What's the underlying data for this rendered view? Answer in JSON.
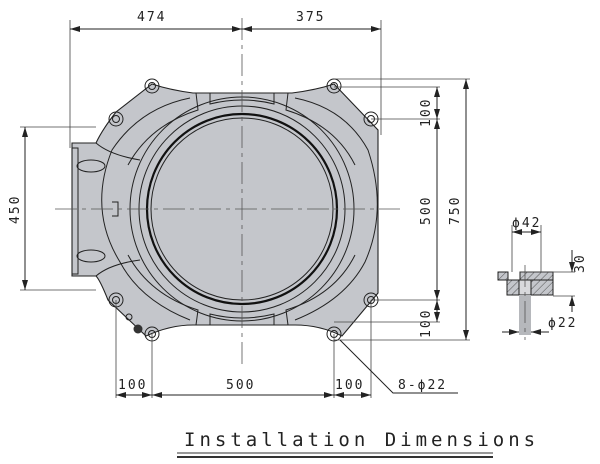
{
  "title": "Installation Dimensions",
  "dimensions": {
    "top_left_width": "474",
    "top_right_width": "375",
    "left_height": "450",
    "right_upper_spacing": "100",
    "right_hole_span": "500",
    "right_lower_spacing": "100",
    "overall_height": "750",
    "bottom_left_spacing": "100",
    "bottom_hole_span": "500",
    "bottom_right_spacing": "100",
    "hole_callout": "8-ϕ22"
  },
  "section_detail": {
    "counterbore_diameter": "ϕ42",
    "counterbore_depth": "30",
    "bolt_diameter": "ϕ22"
  },
  "colors": {
    "body_fill": "#c4c6cb",
    "line": "#222222"
  }
}
